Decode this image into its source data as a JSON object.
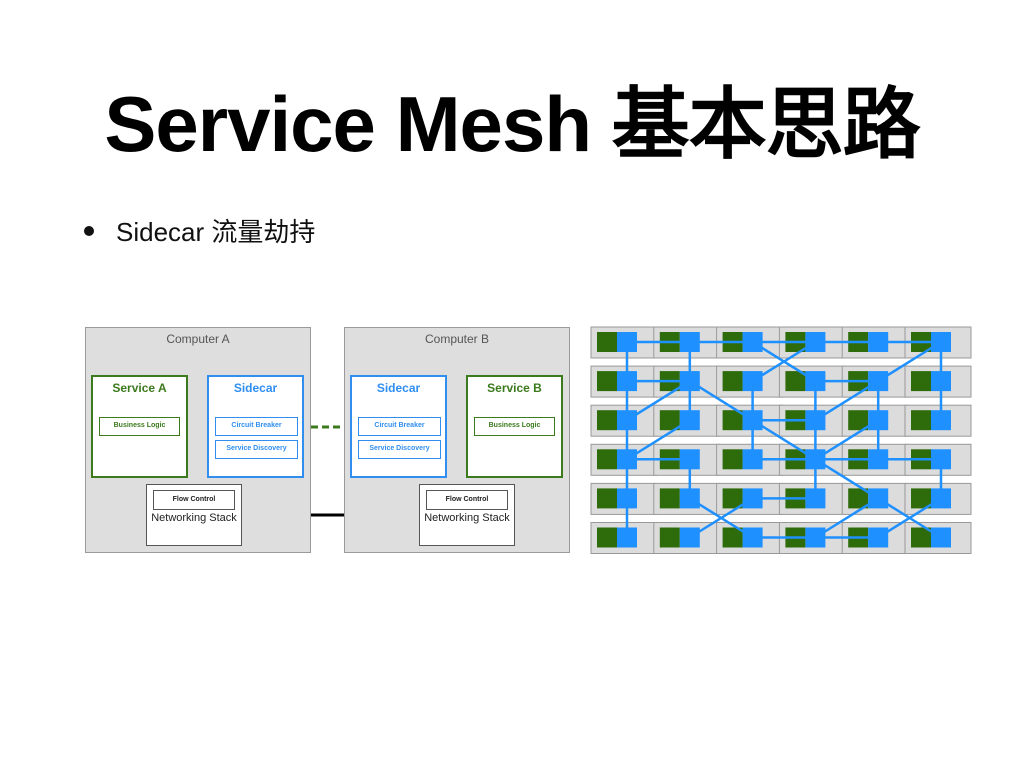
{
  "slide": {
    "title": "Service Mesh 基本思路",
    "bullets": [
      {
        "text": "Sidecar 流量劫持"
      }
    ]
  },
  "sidecar_diagram": {
    "computer_a": {
      "label": "Computer A",
      "service": {
        "title": "Service A",
        "inner": "Business Logic"
      },
      "sidecar": {
        "title": "Sidecar",
        "items": [
          "Circuit Breaker",
          "Service Discovery"
        ]
      },
      "network": {
        "flow_control": "Flow Control",
        "stack": "Networking Stack"
      }
    },
    "computer_b": {
      "label": "Computer B",
      "service": {
        "title": "Service B",
        "inner": "Business Logic"
      },
      "sidecar": {
        "title": "Sidecar",
        "items": [
          "Circuit Breaker",
          "Service Discovery"
        ]
      },
      "network": {
        "flow_control": "Flow Control",
        "stack": "Networking Stack"
      }
    },
    "colors": {
      "service": "#3c7a1e",
      "sidecar": "#2f8ef0",
      "host": "#dedede"
    }
  },
  "mesh_diagram": {
    "rows": 6,
    "cols": 6,
    "colors": {
      "service": "#2e6b0a",
      "proxy": "#1e90ff",
      "host": "#dcdcdc"
    },
    "edges": [
      [
        [
          0,
          0
        ],
        [
          0,
          1
        ]
      ],
      [
        [
          0,
          1
        ],
        [
          0,
          2
        ]
      ],
      [
        [
          0,
          2
        ],
        [
          0,
          3
        ]
      ],
      [
        [
          0,
          3
        ],
        [
          0,
          4
        ]
      ],
      [
        [
          0,
          4
        ],
        [
          0,
          5
        ]
      ],
      [
        [
          0,
          0
        ],
        [
          1,
          0
        ]
      ],
      [
        [
          1,
          0
        ],
        [
          2,
          0
        ]
      ],
      [
        [
          2,
          0
        ],
        [
          3,
          0
        ]
      ],
      [
        [
          3,
          0
        ],
        [
          4,
          0
        ]
      ],
      [
        [
          4,
          0
        ],
        [
          5,
          0
        ]
      ],
      [
        [
          0,
          1
        ],
        [
          1,
          1
        ]
      ],
      [
        [
          1,
          0
        ],
        [
          1,
          1
        ]
      ],
      [
        [
          1,
          1
        ],
        [
          2,
          0
        ]
      ],
      [
        [
          1,
          1
        ],
        [
          2,
          1
        ]
      ],
      [
        [
          2,
          1
        ],
        [
          3,
          0
        ]
      ],
      [
        [
          1,
          1
        ],
        [
          2,
          2
        ]
      ],
      [
        [
          0,
          2
        ],
        [
          1,
          3
        ]
      ],
      [
        [
          0,
          3
        ],
        [
          1,
          2
        ]
      ],
      [
        [
          1,
          2
        ],
        [
          2,
          2
        ]
      ],
      [
        [
          1,
          3
        ],
        [
          1,
          4
        ]
      ],
      [
        [
          1,
          3
        ],
        [
          2,
          3
        ]
      ],
      [
        [
          2,
          3
        ],
        [
          3,
          3
        ]
      ],
      [
        [
          3,
          3
        ],
        [
          4,
          3
        ]
      ],
      [
        [
          0,
          5
        ],
        [
          1,
          4
        ]
      ],
      [
        [
          0,
          5
        ],
        [
          1,
          5
        ]
      ],
      [
        [
          1,
          5
        ],
        [
          2,
          5
        ]
      ],
      [
        [
          1,
          4
        ],
        [
          2,
          4
        ]
      ],
      [
        [
          2,
          4
        ],
        [
          3,
          4
        ]
      ],
      [
        [
          2,
          2
        ],
        [
          2,
          3
        ]
      ],
      [
        [
          2,
          2
        ],
        [
          3,
          2
        ]
      ],
      [
        [
          2,
          2
        ],
        [
          3,
          3
        ]
      ],
      [
        [
          2,
          3
        ],
        [
          1,
          4
        ]
      ],
      [
        [
          2,
          4
        ],
        [
          3,
          3
        ]
      ],
      [
        [
          3,
          0
        ],
        [
          3,
          1
        ]
      ],
      [
        [
          3,
          1
        ],
        [
          4,
          1
        ]
      ],
      [
        [
          3,
          2
        ],
        [
          3,
          3
        ]
      ],
      [
        [
          3,
          3
        ],
        [
          3,
          4
        ]
      ],
      [
        [
          3,
          4
        ],
        [
          3,
          5
        ]
      ],
      [
        [
          3,
          5
        ],
        [
          4,
          5
        ]
      ],
      [
        [
          3,
          3
        ],
        [
          4,
          4
        ]
      ],
      [
        [
          4,
          4
        ],
        [
          5,
          5
        ]
      ],
      [
        [
          4,
          5
        ],
        [
          5,
          4
        ]
      ],
      [
        [
          4,
          1
        ],
        [
          5,
          2
        ]
      ],
      [
        [
          4,
          2
        ],
        [
          5,
          1
        ]
      ],
      [
        [
          4,
          2
        ],
        [
          4,
          3
        ]
      ],
      [
        [
          5,
          2
        ],
        [
          5,
          3
        ]
      ],
      [
        [
          5,
          3
        ],
        [
          5,
          4
        ]
      ],
      [
        [
          5,
          3
        ],
        [
          4,
          4
        ]
      ]
    ]
  }
}
